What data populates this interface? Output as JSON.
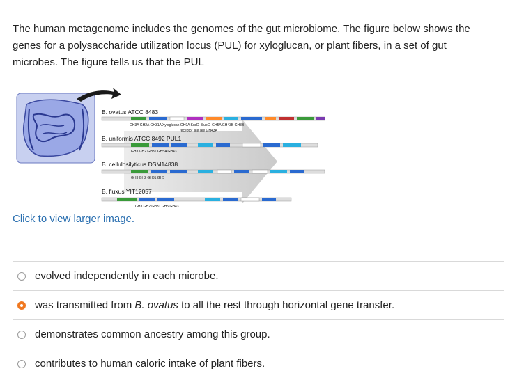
{
  "question": {
    "line1": "The human metagenome includes the genomes of the gut microbiome. The figure below shows the",
    "line2": "genes for a polysaccharide utilization locus (PUL) for xyloglucan, or plant fibers, in a set of gut",
    "line3": "microbes. The figure tells us that the PUL"
  },
  "figure": {
    "organisms": [
      {
        "name": "B. ovatus ATCC 8483",
        "genes": "GH3A GH2A GH31A Xyloglucan GH9A SusD- SusC- GH5A GH43B GH3B",
        "genes2": "receptor like like GH43A"
      },
      {
        "name": "B. uniformis ATCC 8492 PUL1",
        "genes": "GH3 GH2 GH31 GH5A GH43"
      },
      {
        "name": "B. cellulosilyticus DSM14838",
        "genes": "GH3 GH2 GH31 GH5"
      },
      {
        "name": "B. fluxus YIT12057",
        "genes": "GH3 GH2 GH31 GH5 GH43"
      }
    ]
  },
  "link_text": "Click to view larger image.",
  "options": [
    {
      "text": "evolved independently in each microbe.",
      "selected": false
    },
    {
      "pre": "was transmitted from ",
      "italic": "B. ovatus",
      "post": " to all the rest through horizontal gene transfer.",
      "selected": true
    },
    {
      "text": "demonstrates common ancestry among this group.",
      "selected": false
    },
    {
      "text": "contributes to human caloric intake of plant fibers.",
      "selected": false
    }
  ],
  "colors": {
    "selected_radio": "#f07820",
    "link": "#2a6fb0"
  }
}
